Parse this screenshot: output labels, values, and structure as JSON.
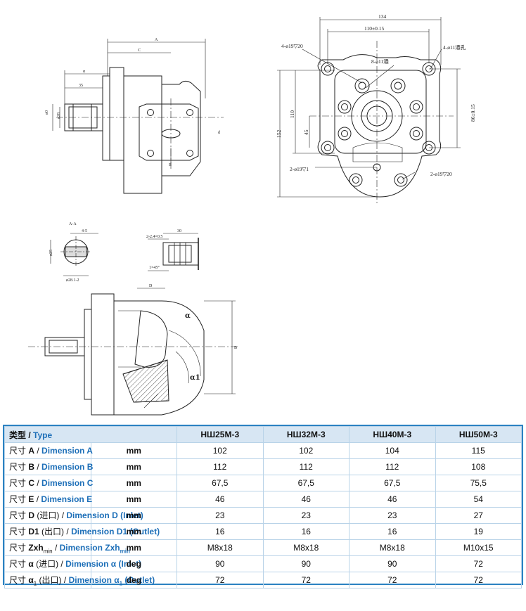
{
  "drawing": {
    "top_view": {
      "dims": [
        "134",
        "110±0.15",
        "4-ø19▽20",
        "8-ø11通",
        "4-ø11通孔",
        "110",
        "152",
        "45",
        "86±0.15",
        "2-ø19▽1",
        "2-ø19▽20"
      ]
    },
    "side_view": {
      "dims": [
        "A",
        "C",
        "α",
        "35",
        "E",
        "ø0",
        "ø28",
        "d"
      ]
    },
    "section_aa": {
      "dims": [
        "A-A",
        "4-5",
        "ø25",
        "ø28.1-2"
      ]
    },
    "shaft_detail": {
      "dims": [
        "2-2.4×0.5",
        "30",
        "1×45°"
      ]
    },
    "bottom_view": {
      "dims": [
        "D",
        "α",
        "α1",
        "B"
      ]
    }
  },
  "table": {
    "header": {
      "cn": "类型",
      "sep": " / ",
      "en": "Type"
    },
    "models": [
      "НШ25М-3",
      "НШ32М-3",
      "НШ40М-3",
      "НШ50М-3"
    ],
    "rows": [
      {
        "cn": "尺寸",
        "sym": "A",
        "sub": "",
        "cn2": "",
        "en": "Dimension A",
        "esub": "",
        "etail": "",
        "unit": "mm",
        "values": [
          "102",
          "102",
          "104",
          "115"
        ]
      },
      {
        "cn": "尺寸",
        "sym": "B",
        "sub": "",
        "cn2": "",
        "en": "Dimension B",
        "esub": "",
        "etail": "",
        "unit": "mm",
        "values": [
          "112",
          "112",
          "112",
          "108"
        ]
      },
      {
        "cn": "尺寸",
        "sym": "C",
        "sub": "",
        "cn2": "",
        "en": "Dimension C",
        "esub": "",
        "etail": "",
        "unit": "mm",
        "values": [
          "67,5",
          "67,5",
          "67,5",
          "75,5"
        ]
      },
      {
        "cn": "尺寸",
        "sym": "E",
        "sub": "",
        "cn2": "",
        "en": "Dimension E",
        "esub": "",
        "etail": "",
        "unit": "mm",
        "values": [
          "46",
          "46",
          "46",
          "54"
        ]
      },
      {
        "cn": "尺寸",
        "sym": "D",
        "sub": "",
        "cn2": "(进口)",
        "en": "Dimension D (Inlet)",
        "esub": "",
        "etail": "",
        "unit": "mm",
        "values": [
          "23",
          "23",
          "23",
          "27"
        ]
      },
      {
        "cn": "尺寸",
        "sym": "D1",
        "sub": "",
        "cn2": "(出口)",
        "en": "Dimension D1 (Outlet)",
        "esub": "",
        "etail": "",
        "unit": "mm",
        "values": [
          "16",
          "16",
          "16",
          "19"
        ]
      },
      {
        "cn": "尺寸",
        "sym": "Zxh",
        "sub": "min",
        "cn2": "",
        "en": "Dimension Zxh",
        "esub": "min",
        "etail": "",
        "unit": "mm",
        "values": [
          "M8x18",
          "M8x18",
          "M8x18",
          "M10x15"
        ]
      },
      {
        "cn": "尺寸",
        "sym": "α",
        "sub": "",
        "cn2": "(进口)",
        "en": "Dimension α (Inlet)",
        "esub": "",
        "etail": "",
        "unit": "deg",
        "values": [
          "90",
          "90",
          "90",
          "72"
        ]
      },
      {
        "cn": "尺寸",
        "sym": "α",
        "sub": "1",
        "cn2": "(出口)",
        "en": "Dimension α",
        "esub": "1",
        "etail": " (Outlet)",
        "unit": "deg",
        "values": [
          "72",
          "72",
          "72",
          "72"
        ]
      }
    ]
  }
}
